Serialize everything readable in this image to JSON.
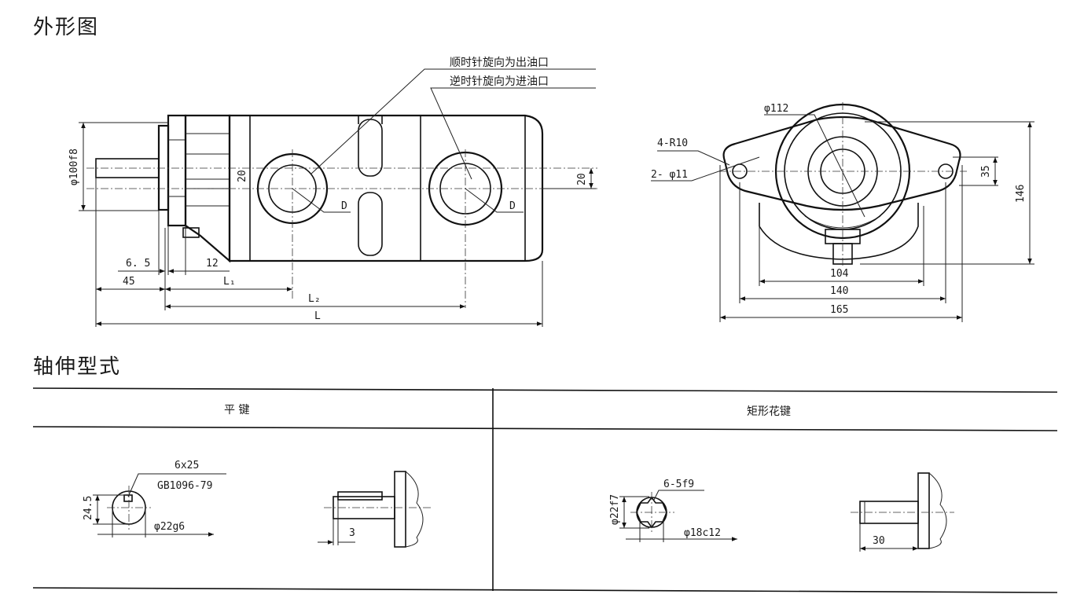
{
  "headings": {
    "outline": "外形图",
    "shaft": "轴伸型式"
  },
  "front_view": {
    "callout_out": "顺时针旋向为出油口",
    "callout_in": "逆时针旋向为进油口",
    "dia_pilot": "φ100f8",
    "dim_20_left": "20",
    "dim_20_right": "20",
    "port_left": "D",
    "port_right": "D",
    "dim_6_5": "6. 5",
    "dim_12": "12",
    "dim_45": "45",
    "dim_L1": "L₁",
    "dim_L2": "L₂",
    "dim_L": "L"
  },
  "side_view": {
    "dia_112": "φ112",
    "r10": "4-R10",
    "holes": "2- φ11",
    "dim_35": "35",
    "dim_146": "146",
    "dim_104": "104",
    "dim_140": "140",
    "dim_165": "165"
  },
  "shaft_table": {
    "col_flat_key": "平    键",
    "col_spline": "矩形花键",
    "key_size": "6x25",
    "key_std": "GB1096-79",
    "dim_24_5": "24.5",
    "dia_22g6": "φ22g6",
    "dim_3": "3",
    "spline_spec": "6-5f9",
    "dia_22f7": "φ22f7",
    "dia_18c12": "φ18c12",
    "dim_30": "30"
  }
}
